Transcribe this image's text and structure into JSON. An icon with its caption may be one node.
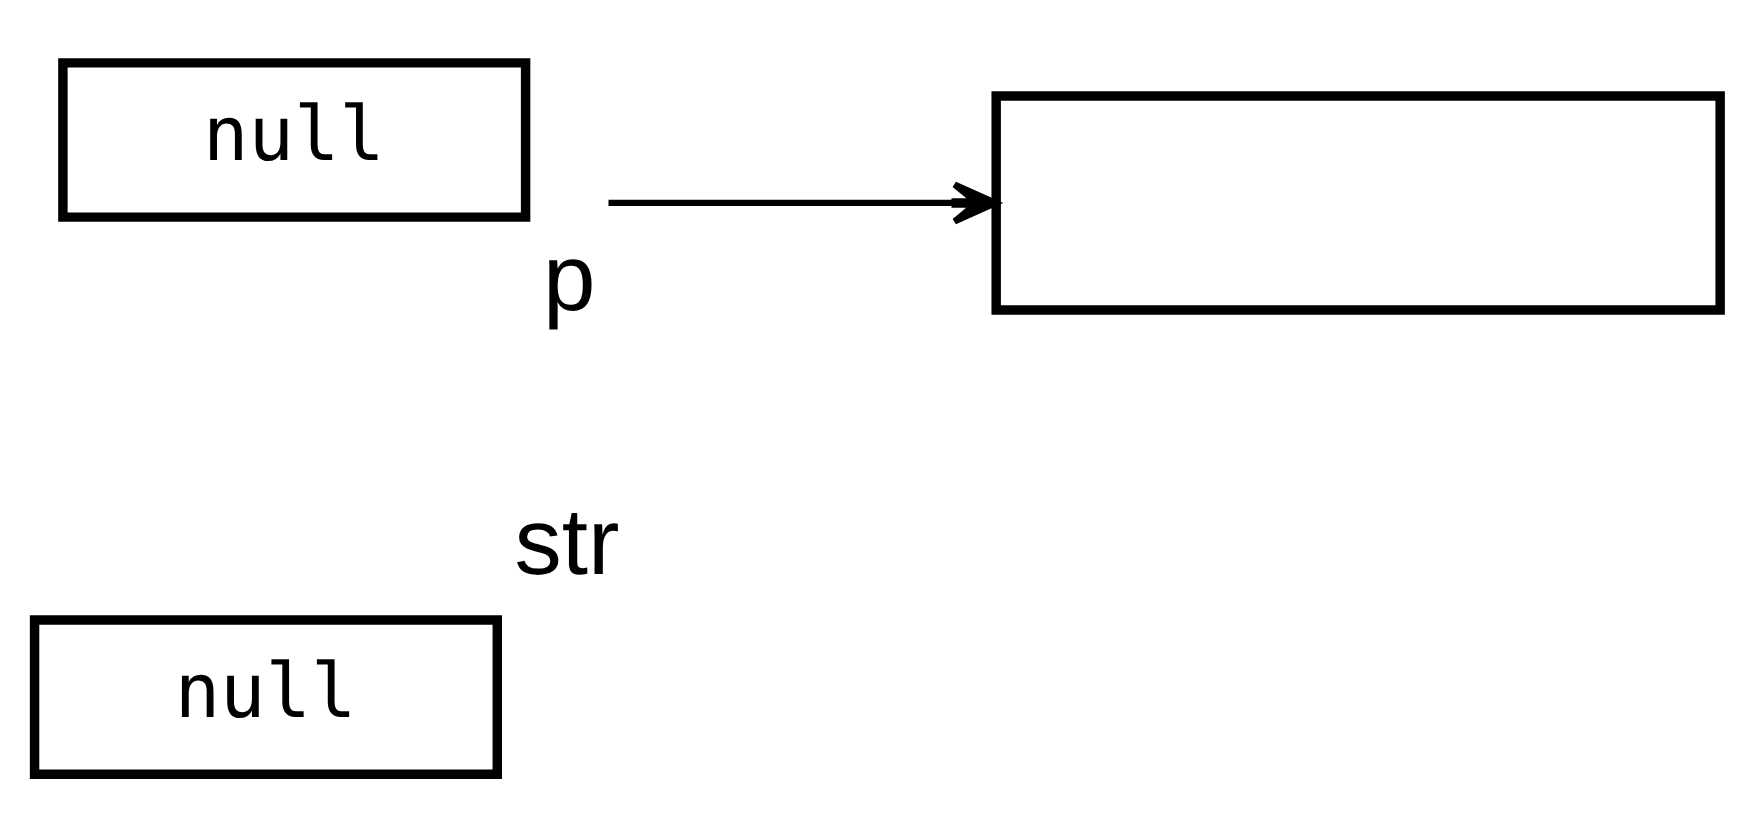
{
  "diagram": {
    "nodes": [
      {
        "text": [
          "null"
        ],
        "beside": [
          "p"
        ]
      },
      {
        "text": [
          "null"
        ],
        "beside": [
          "str"
        ]
      },
      {
        "text": [],
        "shape": "box"
      }
    ],
    "edges": [
      {
        "from": 0,
        "to": 2,
        "arrow": "to"
      }
    ]
  }
}
